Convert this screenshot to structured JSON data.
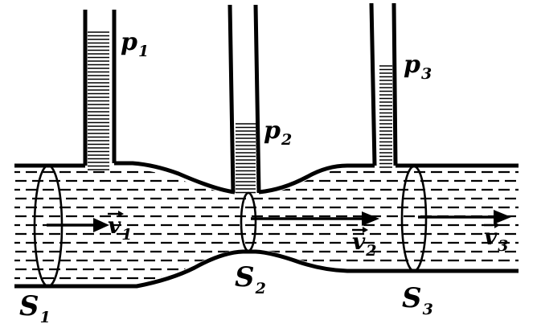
{
  "labels": {
    "p1": {
      "main": "p",
      "sub": "1"
    },
    "p2": {
      "main": "p",
      "sub": "2"
    },
    "p3": {
      "main": "p",
      "sub": "3"
    },
    "v1": {
      "main": "v",
      "sub": "1"
    },
    "v2": {
      "main": "v",
      "sub": "2"
    },
    "v3": {
      "main": "v",
      "sub": "3"
    },
    "s1": {
      "main": "S",
      "sub": "1"
    },
    "s2": {
      "main": "S",
      "sub": "2"
    },
    "s3": {
      "main": "S",
      "sub": "3"
    }
  },
  "colors": {
    "ink": "#000000",
    "background": "#ffffff"
  }
}
